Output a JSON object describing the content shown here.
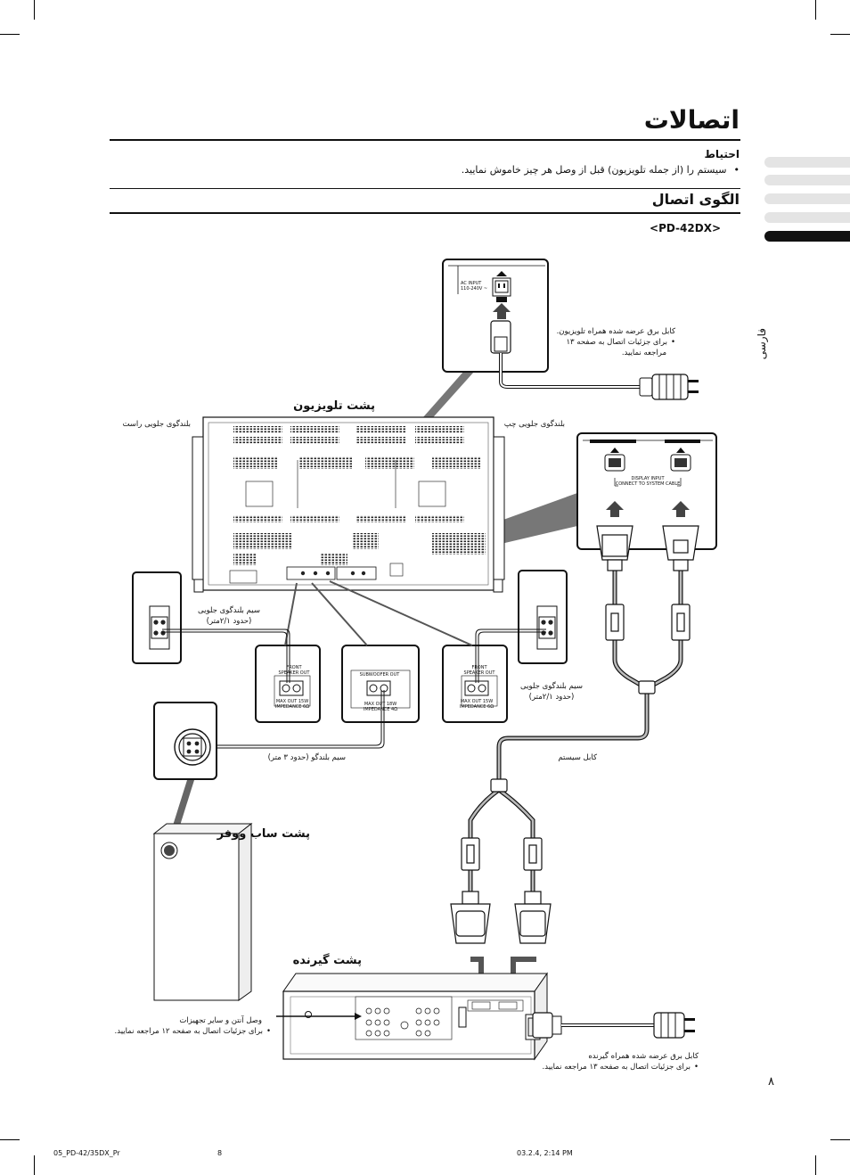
{
  "page": {
    "title": "اتصالات",
    "caution_heading": "احتیاط",
    "caution_text": "سیستم را (از جمله تلویزیون) قبل از وصل هر چیز خاموش نمایید.",
    "bullet": "•",
    "diagram_title": "الگوی اتصال",
    "model": "<PD-42DX>",
    "side_label": "فارسی",
    "page_number": "۸"
  },
  "labels": {
    "tv_rear": "پشت تلویزیون",
    "subwoofer_rear": "پشت ساب ووفر",
    "receiver_rear": "پشت گیرنده",
    "front_right_speaker": "بلندگوی جلویی راست",
    "front_left_speaker": "بلندگوی جلویی چپ",
    "front_speaker_wire_left": "سیم بلندگوی جلویی",
    "front_speaker_wire_left_len": "(حدود ۲/۱متر)",
    "front_speaker_wire_right": "سیم بلندگوی جلویی",
    "front_speaker_wire_right_len": "(حدود ۲/۱متر)",
    "speaker_wire_3m": "سیم بلندگو (حدود ۳ متر)",
    "system_cable": "کابل سیستم",
    "tv_power_line1": "کابل برق عرضه شده همراه تلویزیون.",
    "tv_power_line2": "برای جزئیات اتصال به صفحه ۱۳",
    "tv_power_line3": "مراجعه نمایید.",
    "antenna_line1": "وصل آنتن و سایر تجهیزات",
    "antenna_line2": "برای جزئیات اتصال به صفحه ۱۲ مراجعه نمایید.",
    "receiver_power_line1": "کابل برق عرضه شده همراه گیرنده",
    "receiver_power_line2": "برای جزئیات اتصال به صفحه ۱۳ مراجعه نمایید."
  },
  "panel_text": {
    "ac_input_1": "AC INPUT",
    "ac_input_2": "110-240V ~",
    "display_input": "DISPLAY INPUT",
    "connect_system": "CONNECT TO SYSTEM CABLE",
    "front_speaker_out_l": "FRONT SPEAKER OUT",
    "front_speaker_out_r": "FRONT SPEAKER OUT",
    "subwoofer_out": "SUBWOOFER OUT",
    "impedance_l": "MAX OUT 15W IMPEDANCE 6Ω",
    "impedance_r": "MAX OUT 15W IMPEDANCE 6Ω",
    "impedance_sub": "MAX OUT 18W IMPEDANCE 4Ω"
  },
  "footer": {
    "file": "05_PD-42/35DX_Pr",
    "page": "8",
    "timestamp": "03.2.4, 2:14 PM"
  }
}
